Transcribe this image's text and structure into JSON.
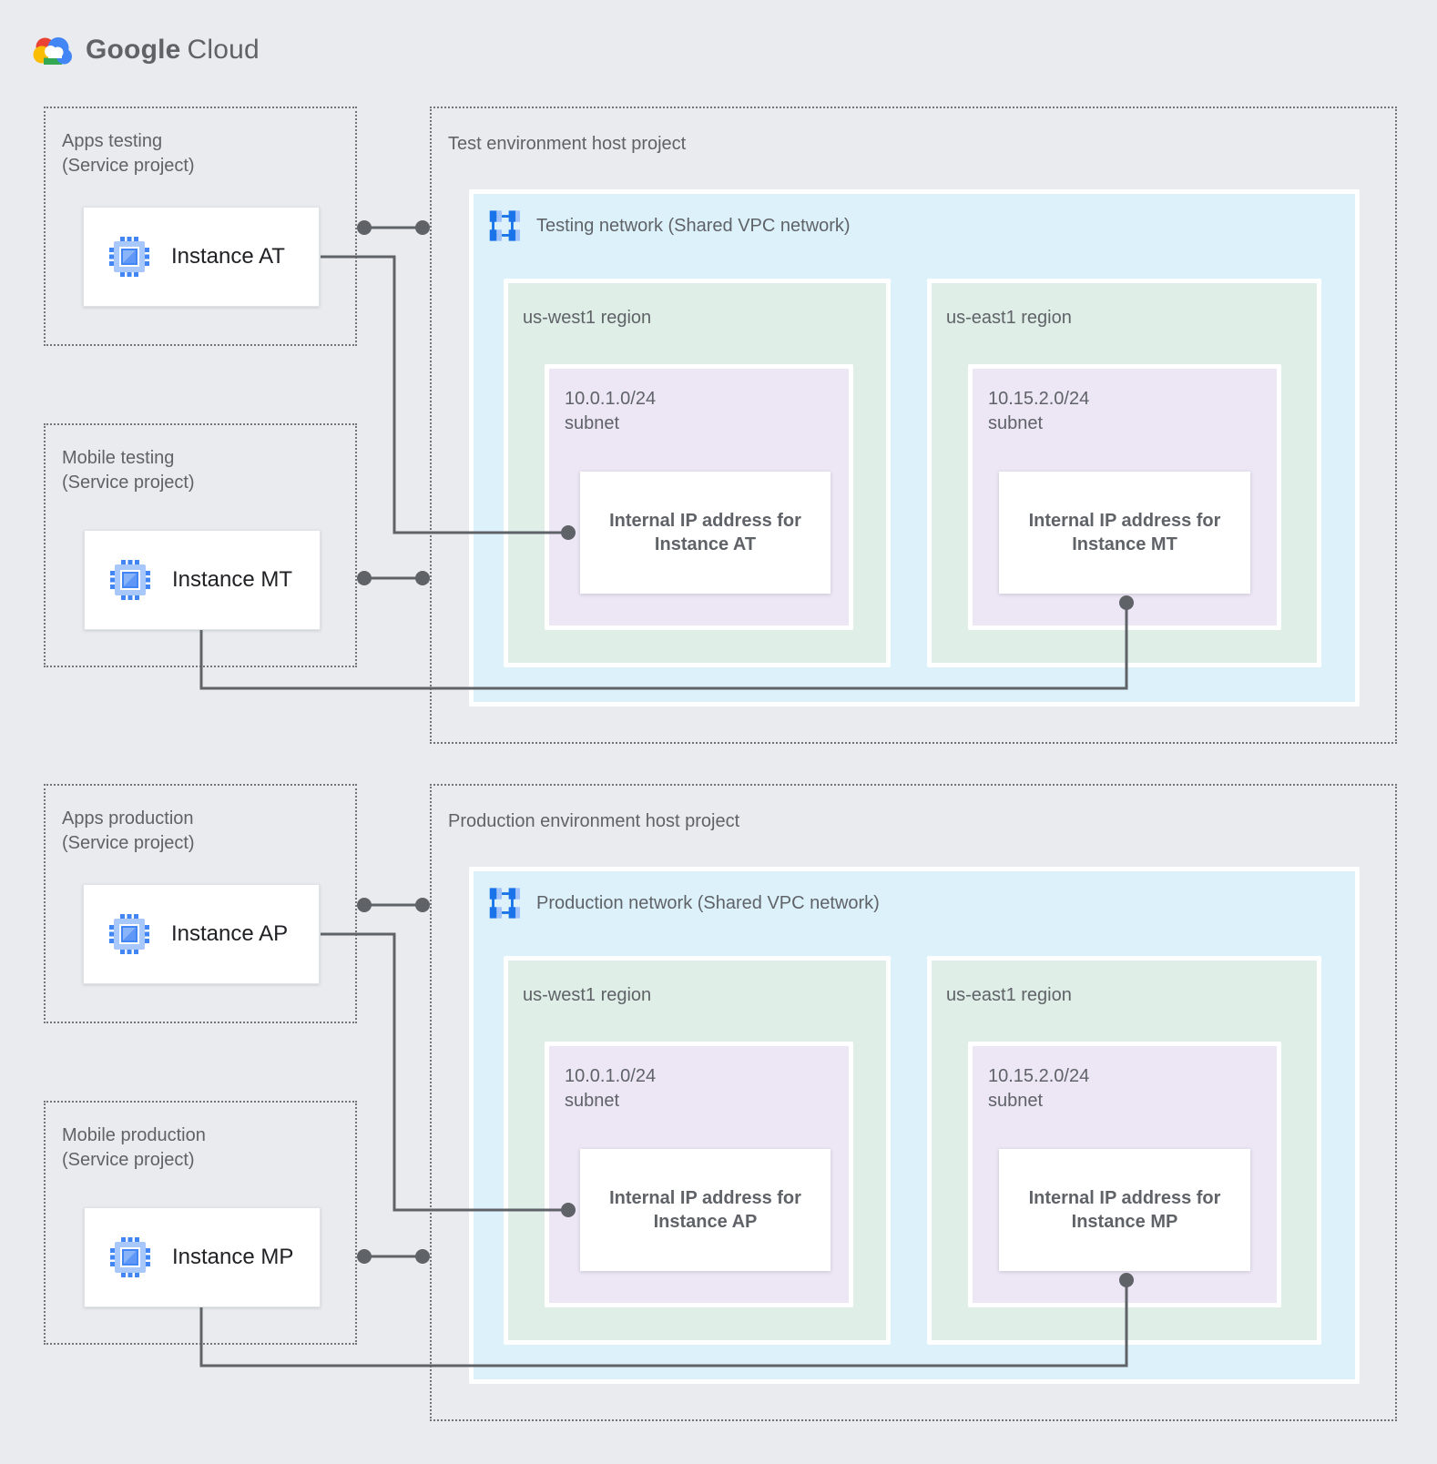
{
  "logo": {
    "brand": "Google",
    "product": "Cloud"
  },
  "colors": {
    "background": "#e9ebee",
    "network_fill": "#ddf1fb",
    "region_fill": "#dfeee7",
    "subnet_fill": "#ece6f5",
    "card_white": "#ffffff",
    "label_gray": "#5f6368",
    "instance_text": "#202124",
    "connector": "#5f6368",
    "compute_icon_blue": "#4285f4",
    "compute_icon_light": "#a8c7fa",
    "vpc_icon_blue": "#1a73e8",
    "vpc_icon_light": "#a0c1f9",
    "logo_red": "#ea4335",
    "logo_yellow": "#fbbc04",
    "logo_green": "#34a853",
    "logo_blue": "#4285f4"
  },
  "service_projects": [
    {
      "title": "Apps testing",
      "subtitle": "(Service project)",
      "instance": "Instance AT"
    },
    {
      "title": "Mobile testing",
      "subtitle": "(Service project)",
      "instance": "Instance MT"
    },
    {
      "title": "Apps production",
      "subtitle": "(Service project)",
      "instance": "Instance AP"
    },
    {
      "title": "Mobile production",
      "subtitle": "(Service project)",
      "instance": "Instance MP"
    }
  ],
  "host_projects": [
    {
      "title": "Test environment host project",
      "network_label": "Testing network (Shared VPC network)",
      "regions": [
        {
          "name": "us-west1 region",
          "cidr": "10.0.1.0/24",
          "cidr_suffix": "subnet",
          "ip_line1": "Internal IP address for",
          "ip_line2": "Instance AT"
        },
        {
          "name": "us-east1 region",
          "cidr": "10.15.2.0/24",
          "cidr_suffix": "subnet",
          "ip_line1": "Internal IP address for",
          "ip_line2": "Instance MT"
        }
      ]
    },
    {
      "title": "Production environment host project",
      "network_label": "Production network (Shared VPC network)",
      "regions": [
        {
          "name": "us-west1 region",
          "cidr": "10.0.1.0/24",
          "cidr_suffix": "subnet",
          "ip_line1": "Internal IP address for",
          "ip_line2": "Instance AP"
        },
        {
          "name": "us-east1 region",
          "cidr": "10.15.2.0/24",
          "cidr_suffix": "subnet",
          "ip_line1": "Internal IP address for",
          "ip_line2": "Instance MP"
        }
      ]
    }
  ]
}
